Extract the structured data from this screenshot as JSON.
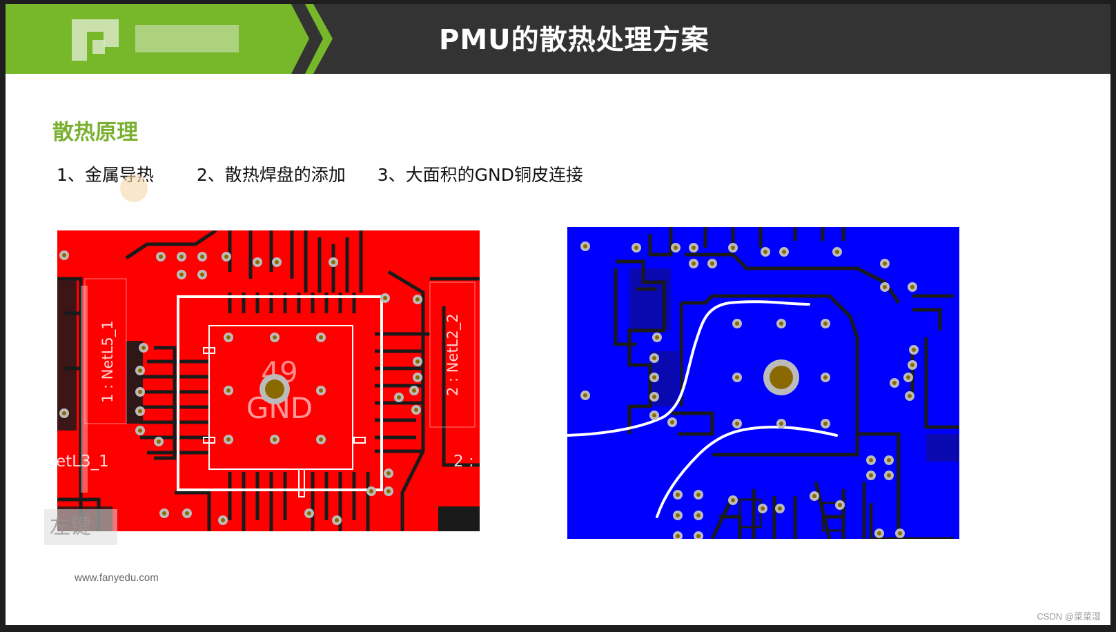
{
  "header": {
    "title": "PMU的散热处理方案",
    "brand_color": "#76b82a",
    "bg_color": "#333333"
  },
  "section": {
    "title": "散热原理",
    "title_color": "#7ab030"
  },
  "points": [
    "1、金属导热",
    "2、散热焊盘的添加",
    "3、大面积的GND铜皮连接"
  ],
  "pcb_left": {
    "copper_color": "#ff0000",
    "pad_number": "49",
    "pad_net": "GND",
    "labels": [
      "1 : NetL5_1",
      "2 : NetL2_2",
      "etL3_1",
      "2 :"
    ]
  },
  "pcb_right": {
    "copper_color": "#0000ff"
  },
  "watermark": "左键",
  "website": "www.fanyedu.com",
  "credit": "CSDN @菜菜湿"
}
